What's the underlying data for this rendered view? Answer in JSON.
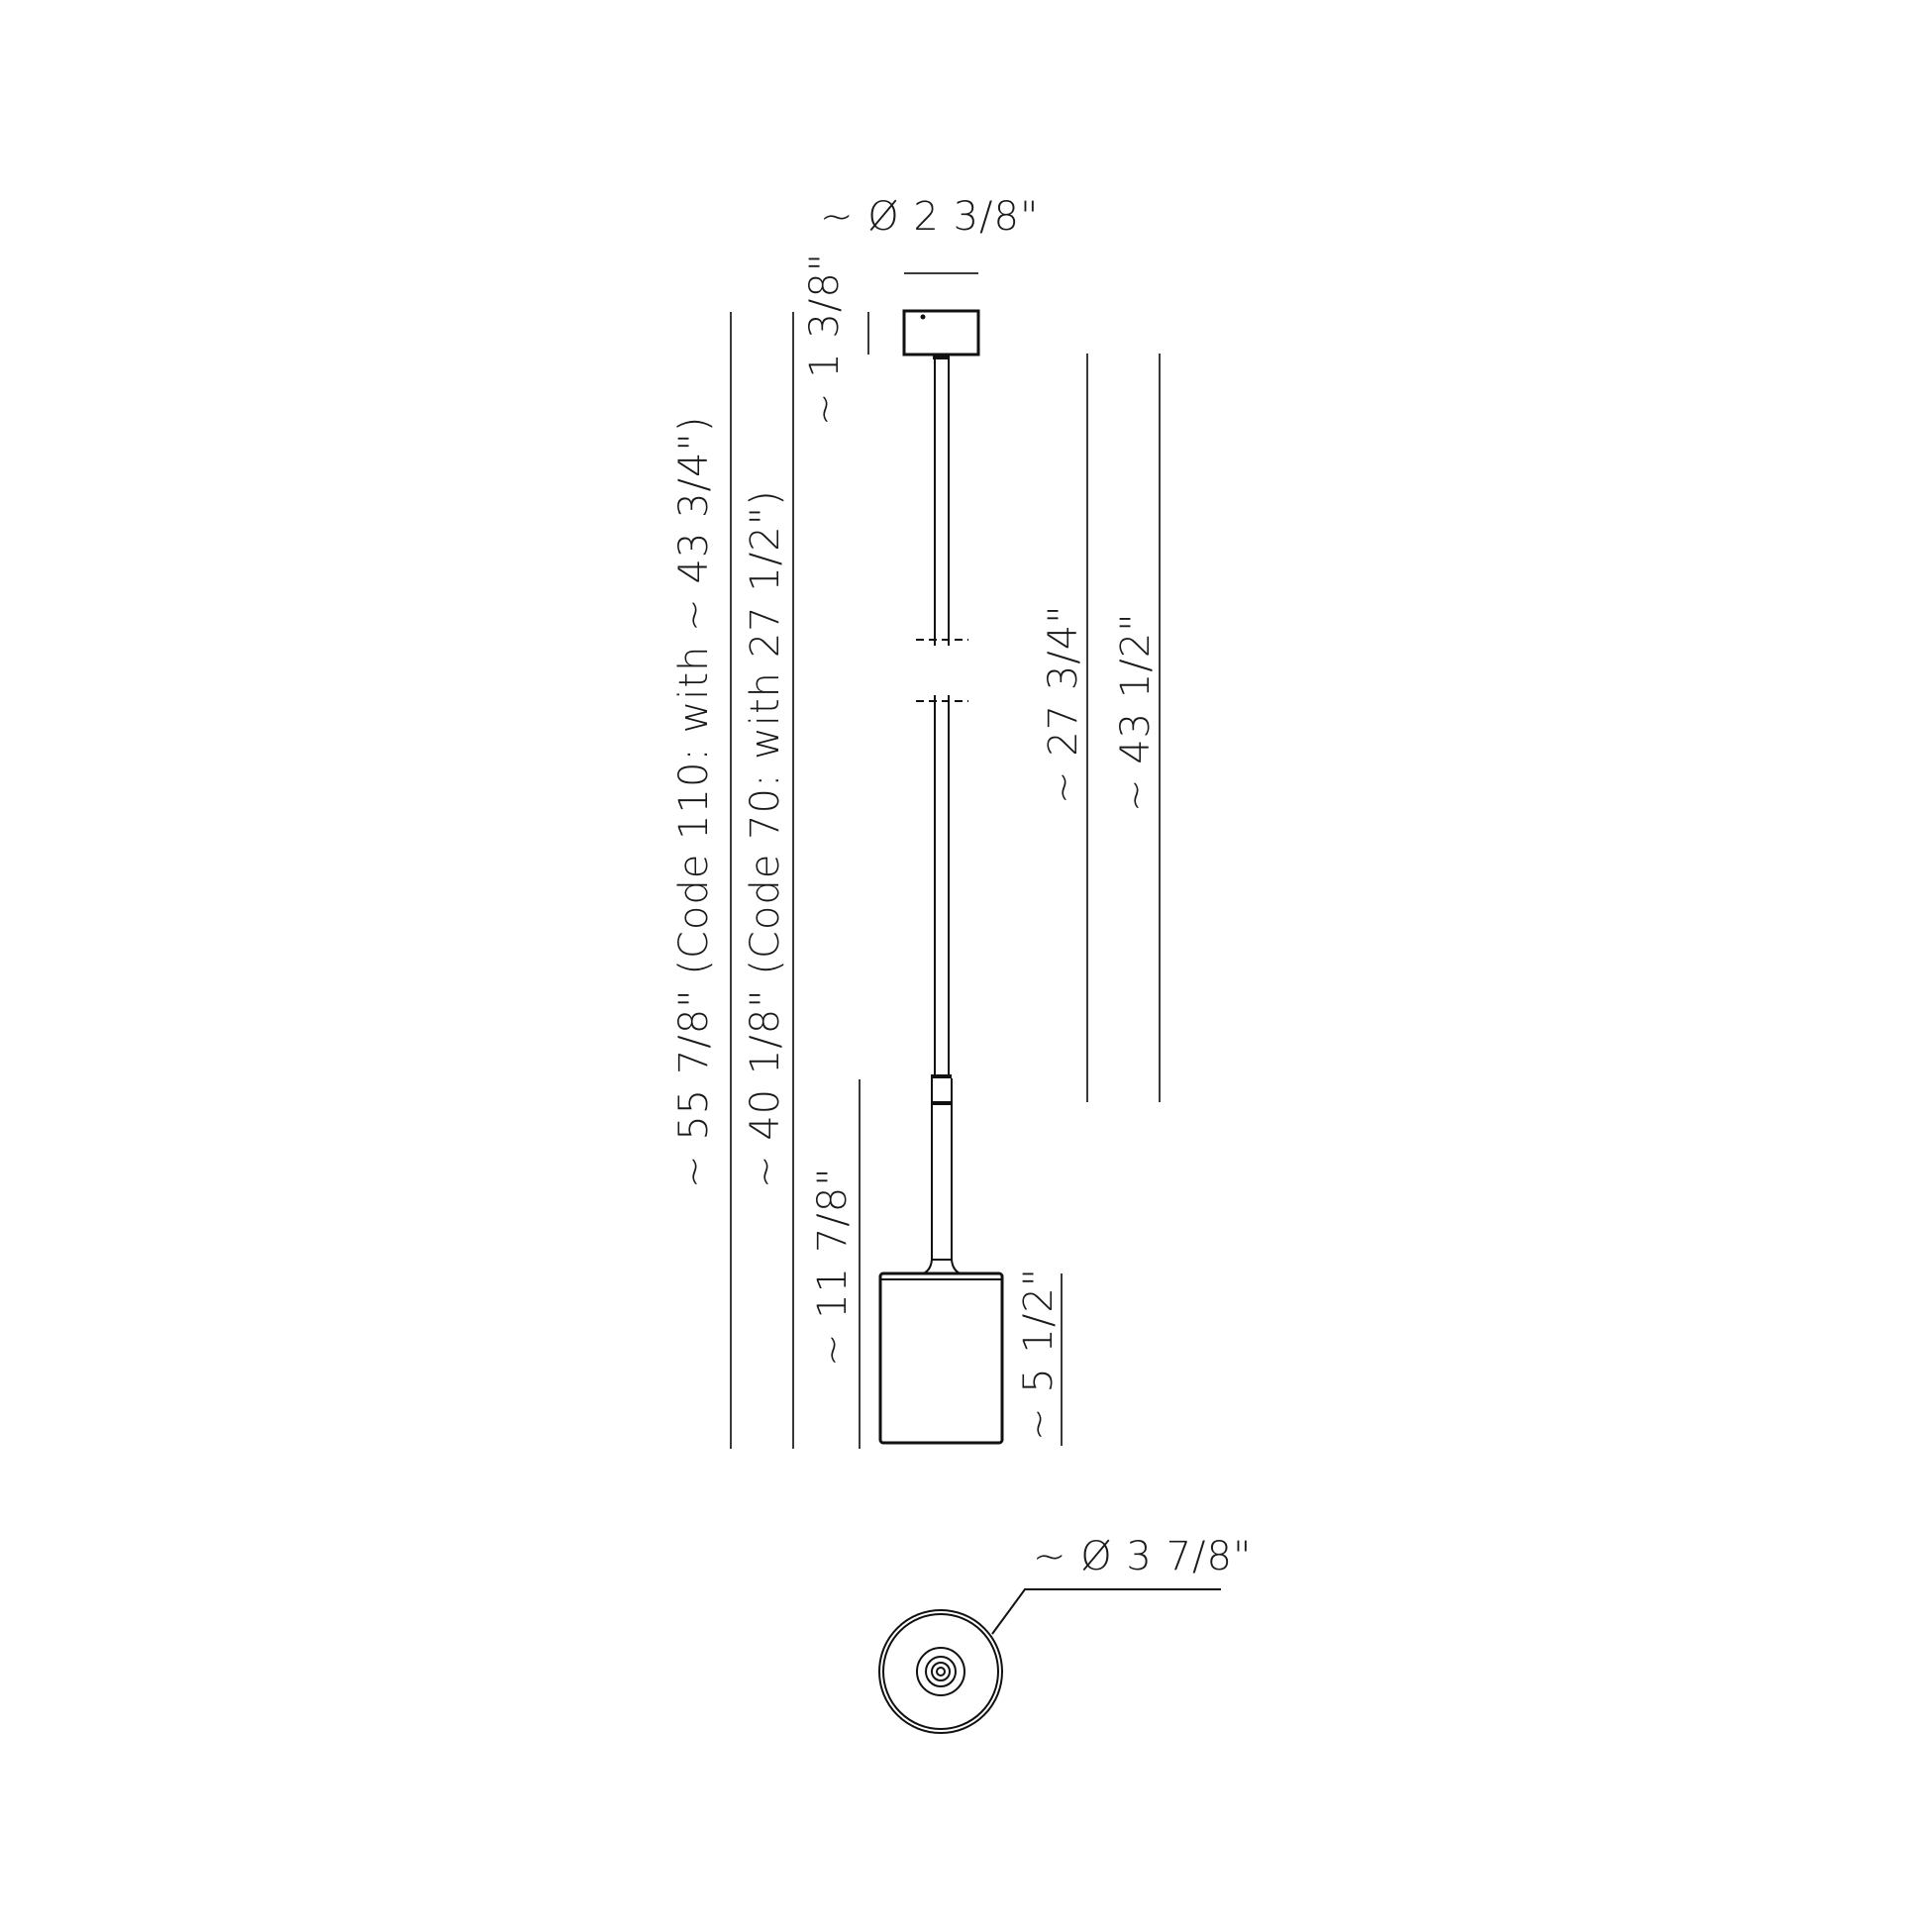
{
  "drawing": {
    "title": "Pendant lamp dimension drawing",
    "units": "inches",
    "colors": {
      "background": "#ffffff",
      "line": "#111111",
      "dimension_line": "#3a3a3a"
    }
  },
  "dimensions": {
    "canopy_diameter": "~ Ø 2 3/8\"",
    "canopy_height": "~ 1 3/8\"",
    "overall_code110": "~ 55 7/8\" (Code 110: with ~ 43 3/4\")",
    "overall_code70": "~ 40 1/8\" (Code 70: with 27 1/2\")",
    "rod_short": "~ 27 3/4\"",
    "rod_long": "~ 43 1/2\"",
    "lamp_body_height": "~ 11 7/8\"",
    "shade_height": "~ 5 1/2\"",
    "shade_diameter": "~ Ø 3 7/8\""
  },
  "views": {
    "elevation": "side-elevation",
    "plan": "bottom-view"
  }
}
